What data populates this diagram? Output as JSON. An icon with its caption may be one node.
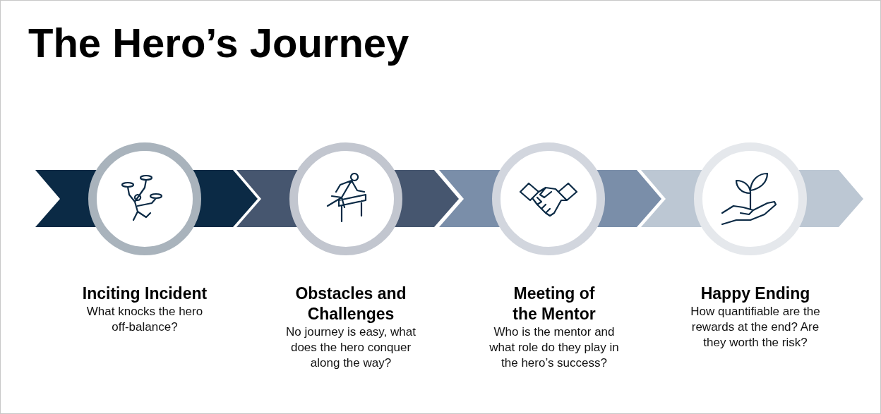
{
  "diagram": {
    "title": "The Hero’s Journey",
    "nodes": [
      {
        "text": [
          "Inciting Incident",
          "What knocks the hero off-balance?"
        ]
      },
      {
        "text": [
          "Obstacles and Challenges",
          "No journey is easy, what does the hero conquer along the way?"
        ]
      },
      {
        "text": [
          "Meeting of the Mentor",
          "Who is the mentor and what role do they play in the hero’s success?"
        ]
      },
      {
        "text": [
          "Happy Ending",
          "How quantifiable are the rewards at the end? Are they worth the risk?"
        ]
      }
    ]
  }
}
